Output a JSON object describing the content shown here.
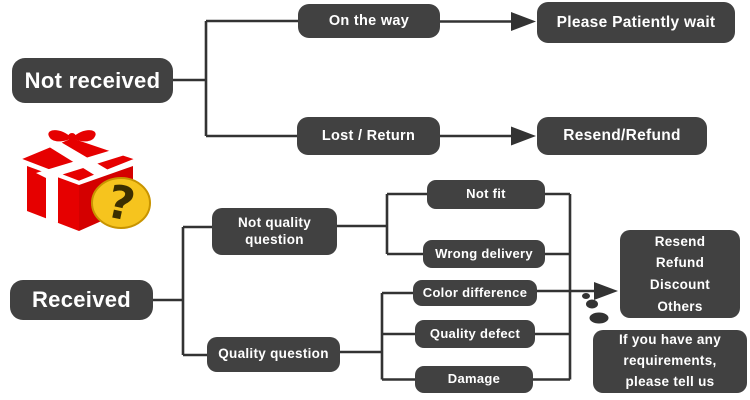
{
  "title": "Order delivery issue flowchart",
  "colors": {
    "node_background": "#414141",
    "node_text": "#ffffff",
    "connector_line": "#333333",
    "gift_red": "#e60000",
    "gift_red_shade": "#d40000",
    "badge_yellow": "#f6c41e",
    "badge_border": "#c89400",
    "question_mark": "#3b2e00",
    "background": "#ffffff"
  },
  "nodes": {
    "not_received": "Not received",
    "on_the_way": "On the way",
    "please_wait": "Please Patiently wait",
    "lost_return": "Lost / Return",
    "resend_refund": "Resend/Refund",
    "received": "Received",
    "not_quality_question": {
      "line1": "Not quality",
      "line2": "question"
    },
    "quality_question": "Quality question",
    "not_fit": "Not fit",
    "wrong_delivery": "Wrong delivery",
    "color_difference": "Color difference",
    "quality_defect": "Quality defect",
    "damage": "Damage",
    "outcome": {
      "line1": "Resend",
      "line2": "Refund",
      "line3": "Discount",
      "line4": "Others"
    },
    "note": {
      "line1": "If you have any",
      "line2": "requirements,",
      "line3": "please tell us"
    }
  },
  "icons": {
    "gift": "red gift box with question mark badge"
  }
}
